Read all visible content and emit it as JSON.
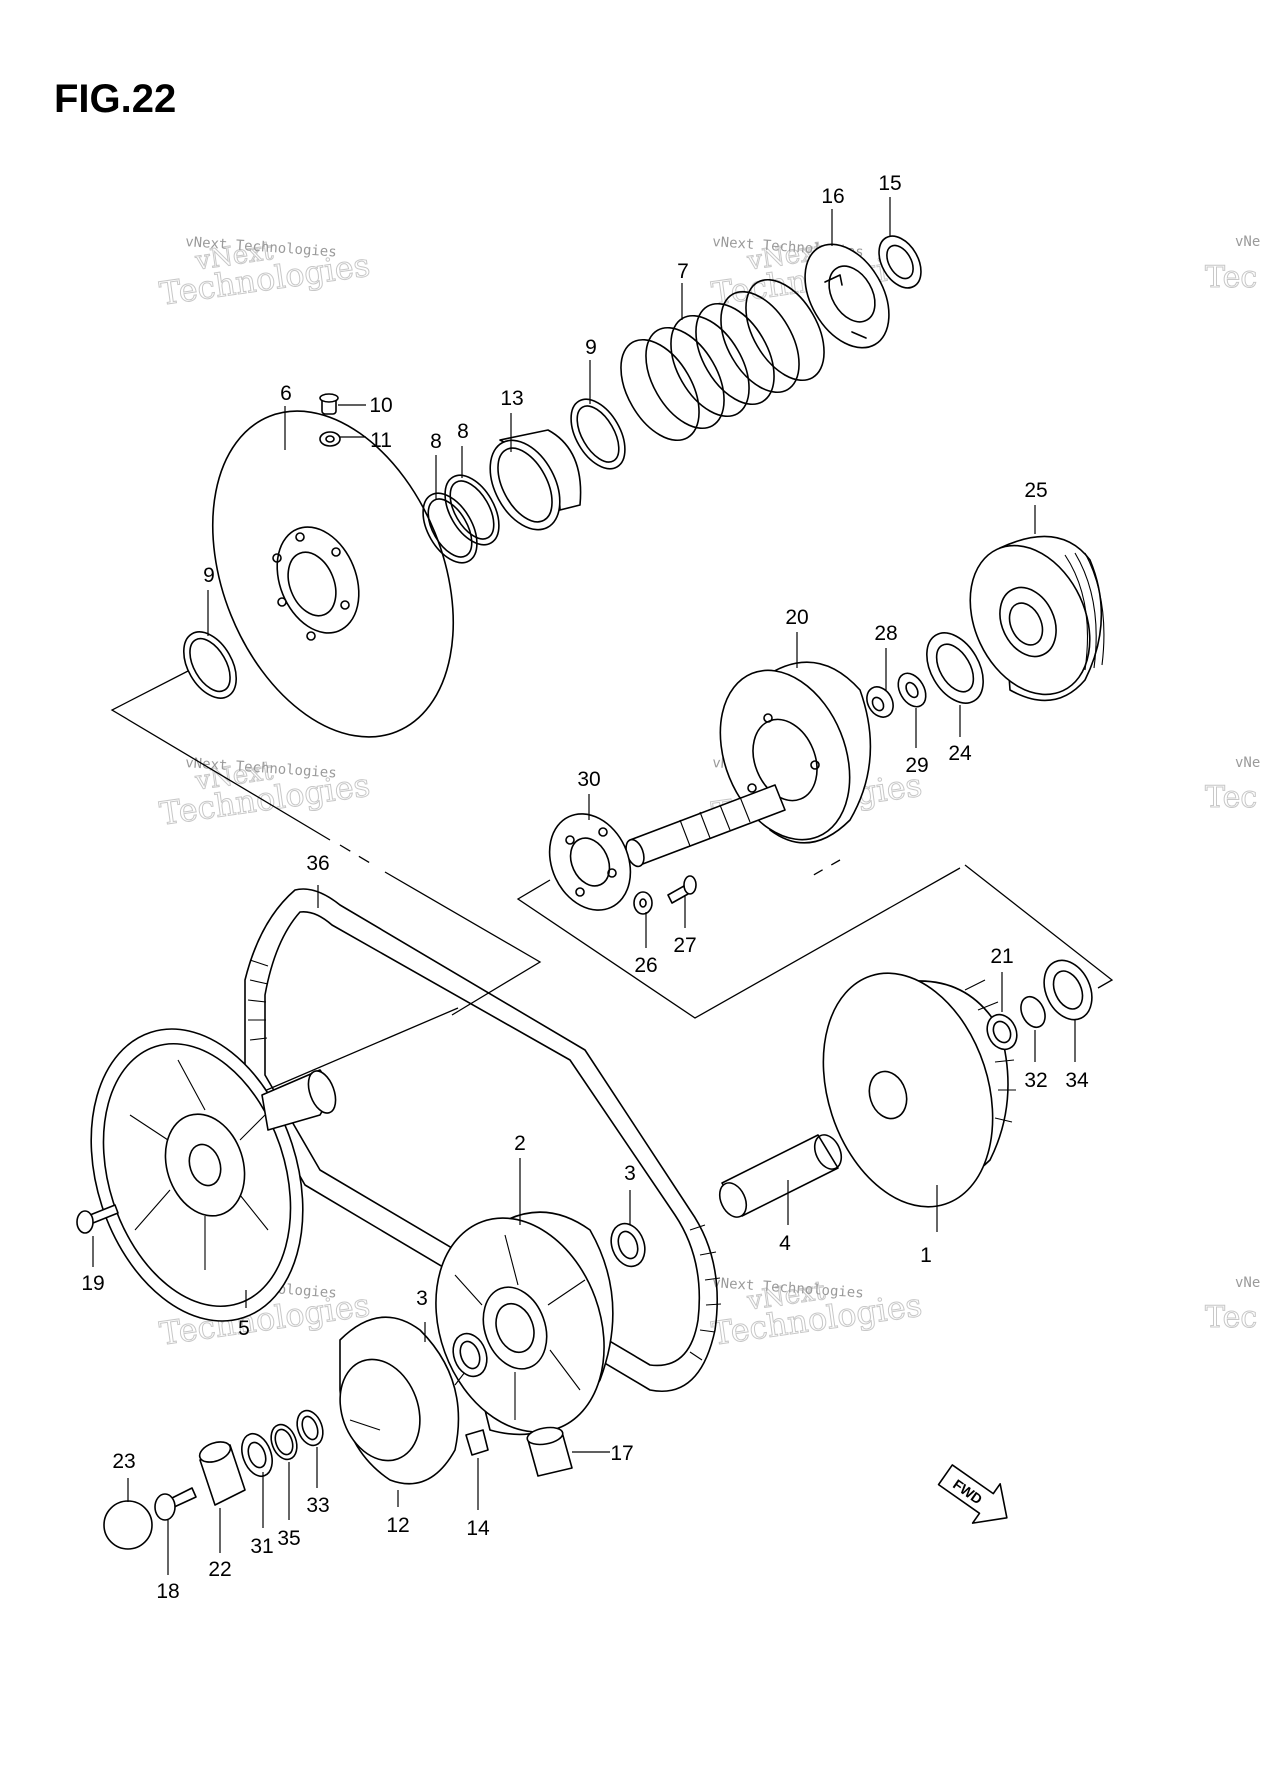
{
  "figure_title": "FIG.22",
  "watermark": {
    "line1": "vNext",
    "line2": "Technologies",
    "small": "vNext Technologies"
  },
  "callouts": [
    "1",
    "2",
    "3",
    "3",
    "4",
    "5",
    "6",
    "7",
    "8",
    "8",
    "9",
    "9",
    "10",
    "11",
    "12",
    "13",
    "14",
    "15",
    "16",
    "17",
    "18",
    "19",
    "20",
    "21",
    "22",
    "23",
    "24",
    "25",
    "26",
    "27",
    "28",
    "29",
    "30",
    "31",
    "32",
    "33",
    "34",
    "35",
    "36"
  ],
  "fwd_label": "FWD",
  "colors": {
    "ink": "#000000",
    "watermark": "#c8c8c8",
    "background": "#ffffff"
  }
}
